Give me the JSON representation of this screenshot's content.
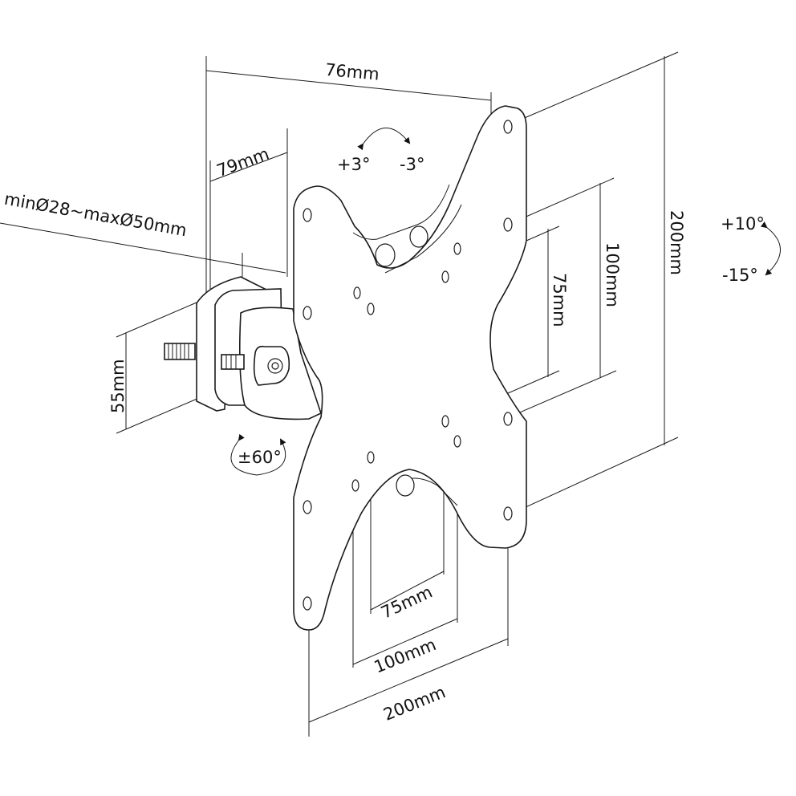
{
  "title": "TV wall mount dimensional drawing",
  "dimensions": {
    "arm_depth": "76mm",
    "clamp_depth": "79mm",
    "pole_diameter": "minØ28~maxØ50mm",
    "clamp_height": "55mm",
    "vesa_height_large": "200mm",
    "vesa_height_mid": "100mm",
    "vesa_height_small": "75mm",
    "vesa_width_small": "75mm",
    "vesa_width_mid": "100mm",
    "vesa_width_large": "200mm"
  },
  "angles": {
    "swivel": "±60°",
    "rotate_plus": "+3°",
    "rotate_minus": "-3°",
    "tilt_up": "+10°",
    "tilt_down": "-15°"
  }
}
